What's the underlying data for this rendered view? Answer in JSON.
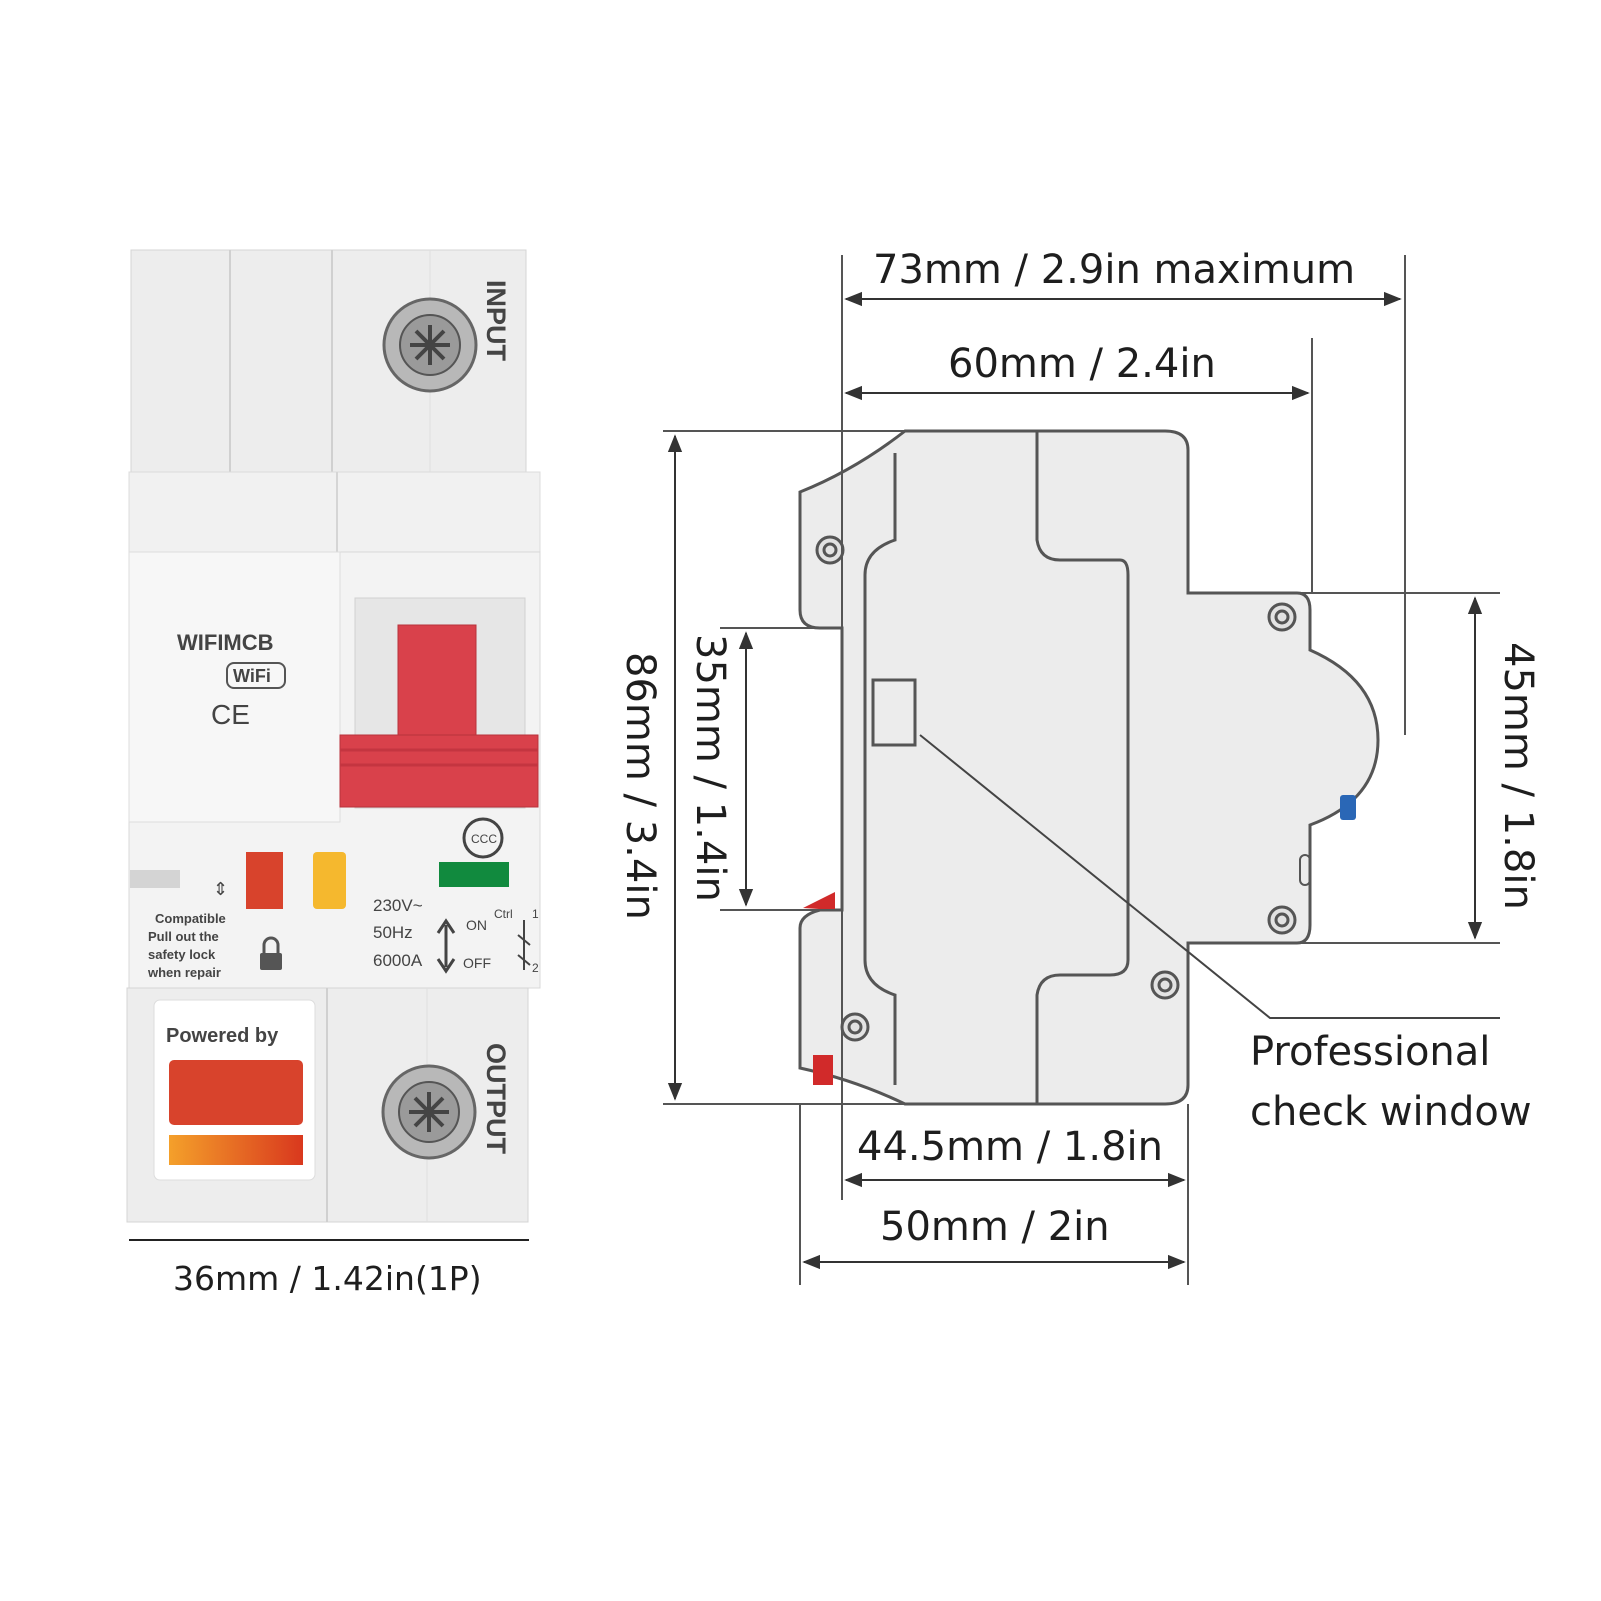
{
  "device": {
    "input_label": "INPUT",
    "output_label": "OUTPUT",
    "brand": "WIFIMCB",
    "wifi_badge": "WiFi",
    "ce_mark": "CE",
    "ccc_mark": "CCC",
    "lock_text": [
      "Compatible",
      "Pull out the",
      "safety lock",
      "when repair"
    ],
    "ratings": [
      "230V~",
      "50Hz",
      "6000A"
    ],
    "on_label": "ON",
    "off_label": "OFF",
    "ctrl_label": "Ctrl",
    "terminal_1": "1",
    "terminal_2": "2",
    "powered_by": "Powered by",
    "handle_color": "#d9414b",
    "indicator_red": "#d8432c",
    "indicator_yellow": "#f5b82e",
    "indicator_green": "#118a3e"
  },
  "dimensions": {
    "width_1p": "36mm / 1.42in(1P)",
    "max_depth": "73mm / 2.9in maximum",
    "depth_60": "60mm / 2.4in",
    "height_86": "86mm / 3.4in",
    "rail_35": "35mm / 1.4in",
    "front_45": "45mm / 1.8in",
    "depth_44_5": "44.5mm / 1.8in",
    "depth_50": "50mm / 2in",
    "check_window_line1": "Professional",
    "check_window_line2": "check window"
  },
  "colors": {
    "body_fill": "#ececec",
    "outline": "#555555",
    "dim_line": "#333333"
  }
}
